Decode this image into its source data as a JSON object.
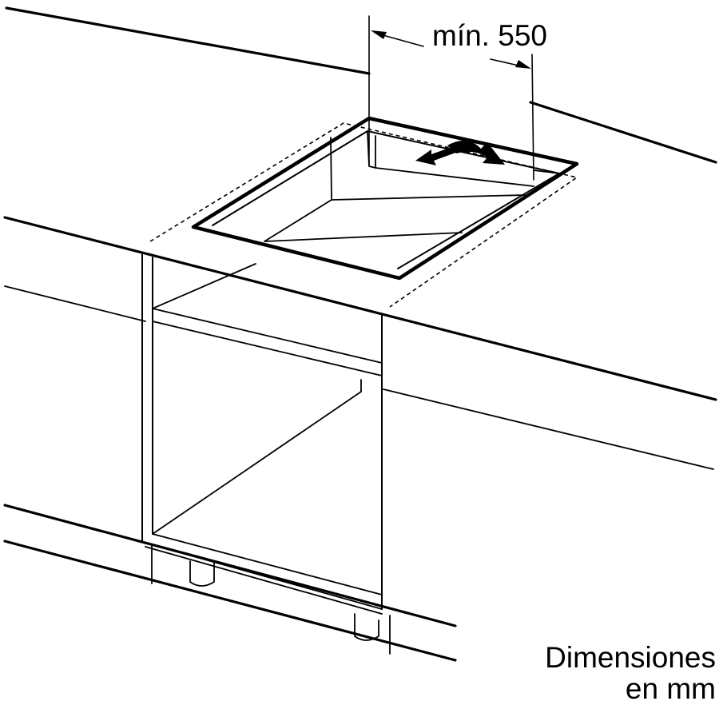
{
  "dimension": {
    "label": "mín. 550"
  },
  "caption": {
    "line1": "Dimensiones",
    "line2": "en mm"
  }
}
